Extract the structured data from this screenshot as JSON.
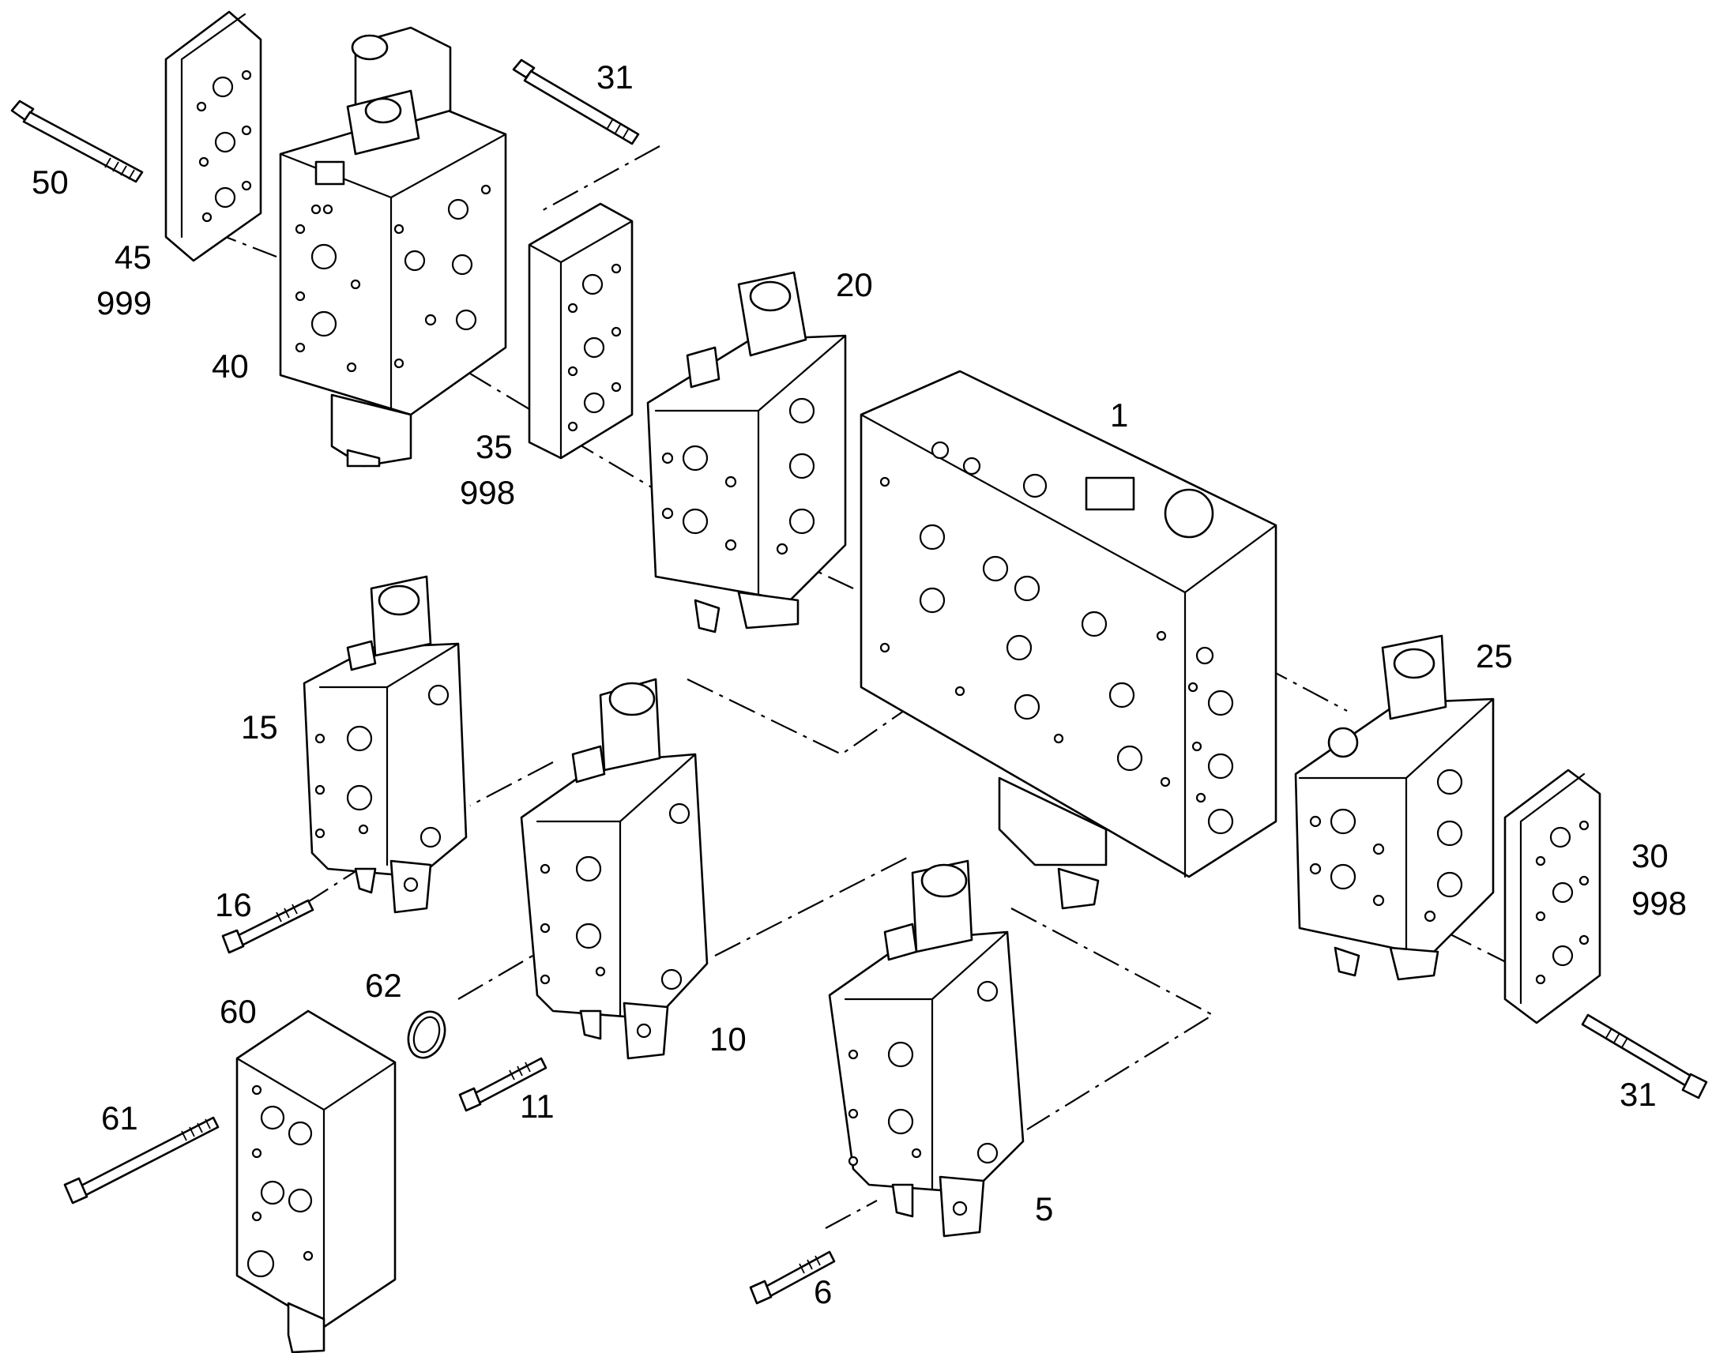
{
  "callouts": {
    "c1": "1",
    "c5": "5",
    "c6": "6",
    "c10": "10",
    "c11": "11",
    "c15": "15",
    "c16": "16",
    "c20": "20",
    "c25": "25",
    "c30": "30",
    "c30b": "998",
    "c31_top": "31",
    "c31_right": "31",
    "c35": "35",
    "c35b": "998",
    "c40": "40",
    "c45": "45",
    "c45b": "999",
    "c50": "50",
    "c60": "60",
    "c61": "61",
    "c62": "62"
  }
}
